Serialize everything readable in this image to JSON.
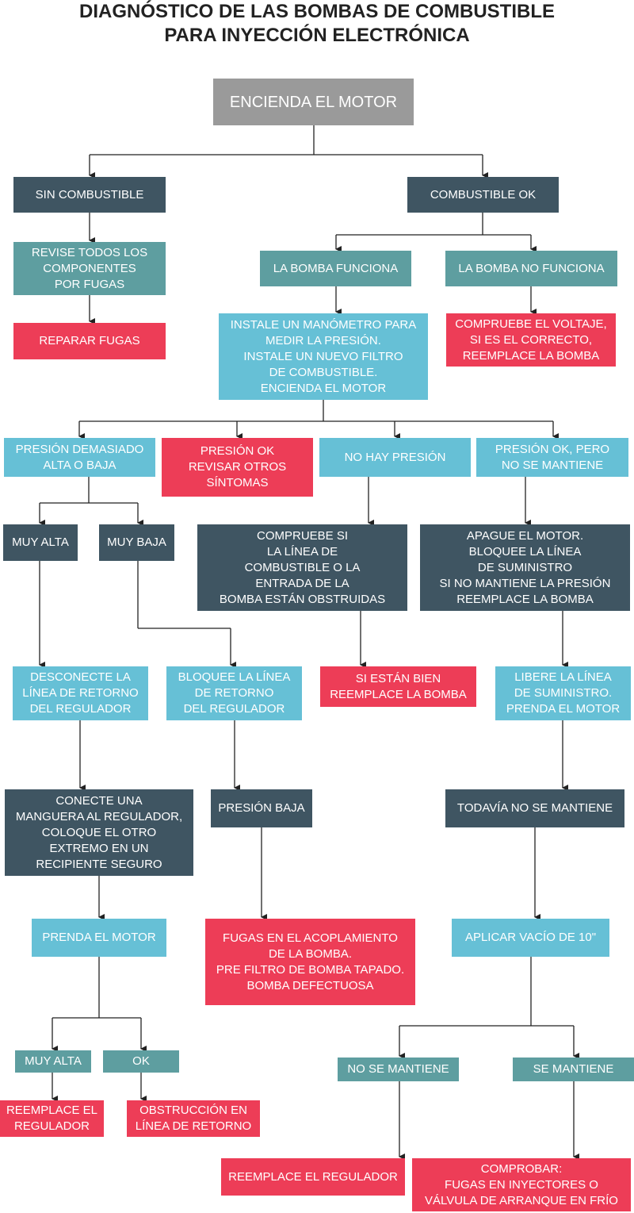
{
  "title": {
    "line1": "DIAGNÓSTICO DE LAS BOMBAS DE COMBUSTIBLE",
    "line2": "PARA INYECCIÓN ELECTRÓNICA"
  },
  "nodes": {
    "encienda_motor": "ENCIENDA EL MOTOR",
    "sin_combustible": "SIN COMBUSTIBLE",
    "combustible_ok": "COMBUSTIBLE OK",
    "revise_fugas": "REVISE TODOS LOS\nCOMPONENTES\nPOR FUGAS",
    "reparar_fugas": "REPARAR FUGAS",
    "bomba_funciona": "LA BOMBA FUNCIONA",
    "bomba_no_funciona": "LA BOMBA NO FUNCIONA",
    "compruebe_voltaje": "COMPRUEBE EL VOLTAJE,\nSI ES EL CORRECTO,\nREEMPLACE LA BOMBA",
    "instale_manometro": "INSTALE UN MANÓMETRO PARA\nMEDIR LA PRESIÓN.\nINSTALE UN NUEVO FILTRO\nDE COMBUSTIBLE.\nENCIENDA EL MOTOR",
    "presion_alta_baja": "PRESIÓN DEMASIADO\nALTA O BAJA",
    "presion_ok_sintomas": "PRESIÓN OK\nREVISAR OTROS\nSÍNTOMAS",
    "no_hay_presion": "NO HAY PRESIÓN",
    "presion_ok_no_mantiene": "PRESIÓN OK, PERO\nNO SE MANTIENE",
    "muy_alta_1": "MUY ALTA",
    "muy_baja": "MUY BAJA",
    "compruebe_linea": "COMPRUEBE SI\nLA LÍNEA DE\nCOMBUSTIBLE O LA\nENTRADA DE LA\nBOMBA ESTÁN OBSTRUIDAS",
    "apague_motor": "APAGUE EL MOTOR.\nBLOQUEE LA LÍNEA\nDE SUMINISTRO\nSI NO MANTIENE LA PRESIÓN\nREEMPLACE LA BOMBA",
    "desconecte_retorno": "DESCONECTE LA\nLÍNEA DE RETORNO\nDEL REGULADOR",
    "bloquee_retorno": "BLOQUEE LA LÍNEA\nDE RETORNO\nDEL REGULADOR",
    "si_estan_bien": "SI ESTÁN BIEN\nREEMPLACE LA BOMBA",
    "libere_linea": "LIBERE LA LÍNEA\nDE SUMINISTRO.\nPRENDA EL MOTOR",
    "conecte_manguera": "CONECTE UNA\nMANGUERA AL REGULADOR,\nCOLOQUE EL OTRO\nEXTREMO EN UN\nRECIPIENTE SEGURO",
    "presion_baja": "PRESIÓN BAJA",
    "todavia_no_mantiene": "TODAVÍA NO SE MANTIENE",
    "prenda_motor": "PRENDA EL MOTOR",
    "fugas_acoplamiento": "FUGAS EN EL ACOPLAMIENTO\nDE LA BOMBA.\nPRE FILTRO DE  BOMBA TAPADO.\nBOMBA DEFECTUOSA",
    "aplicar_vacio": "APLICAR VACÍO DE 10\"",
    "muy_alta_2": "MUY ALTA",
    "ok": "OK",
    "no_se_mantiene": "NO SE MANTIENE",
    "se_mantiene": "SE MANTIENE",
    "reemplace_regulador_1": "REEMPLACE EL\nREGULADOR",
    "obstruccion_retorno": "OBSTRUCCIÓN  EN\nLÍNEA DE RETORNO",
    "reemplace_regulador_2": "REEMPLACE EL REGULADOR",
    "comprobar_fugas": "COMPROBAR:\nFUGAS EN INYECTORES O\nVÁLVULA DE ARRANQUE EN FRÍO"
  },
  "colors": {
    "start": "#9a9a9a",
    "dark": "#3f5562",
    "teal": "#5e9ea0",
    "light": "#66c0d6",
    "red": "#ed3d57"
  }
}
